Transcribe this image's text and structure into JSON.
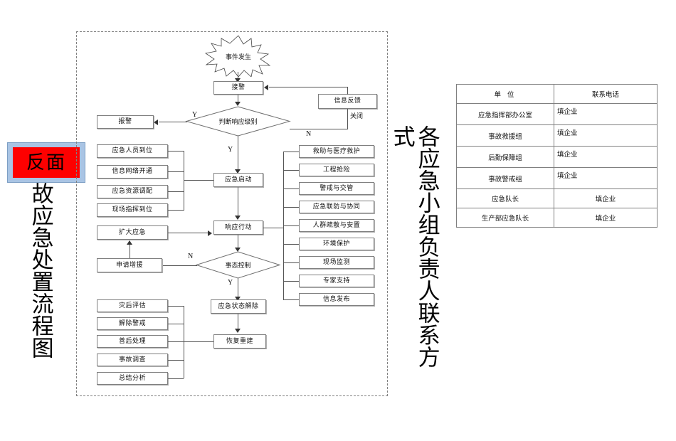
{
  "title_block": {
    "badge_label": "反面",
    "badge_bg": "#fe0000",
    "panel_bg": "#a9c4e4",
    "vertical_title": "故应急处置流程图"
  },
  "vertical_headings": {
    "right_column": "各应急小组负责人联系方",
    "left_column": "式"
  },
  "flowchart": {
    "start_event": "事件发生",
    "nodes": {
      "receive_alarm": "接警",
      "info_feedback": "信息反馈",
      "judge_level": "判断响应级别",
      "report_alarm": "报警",
      "emergency_start": "应急启动",
      "response_action": "响应行动",
      "situation_control": "事态控制",
      "expand_emergency": "扩大应急",
      "request_support": "申请增援",
      "release_state": "应急状态解除",
      "recovery_rebuild": "恢复重建"
    },
    "left_group_prepare": [
      "应急人员到位",
      "信息网络开通",
      "应急资源调配",
      "现场指挥到位"
    ],
    "left_group_after": [
      "灾后评估",
      "解除警戒",
      "善后处理",
      "事故调查",
      "总结分析"
    ],
    "right_group_actions": [
      "救助与医疗救护",
      "工程抢险",
      "警戒与交管",
      "应急联防与协同",
      "人群疏散与安置",
      "环境保护",
      "现场监测",
      "专家支持",
      "信息发布"
    ],
    "edge_labels": {
      "judge_yes_left": "Y",
      "judge_no_right": "N",
      "judge_yes_down": "Y",
      "close": "关闭",
      "control_no": "N",
      "control_yes": "Y"
    }
  },
  "contact_table": {
    "headers": [
      "单 位",
      "联系电话"
    ],
    "rows": [
      {
        "unit": "应急指挥部办公室",
        "phone": "填企业",
        "align": "topleft"
      },
      {
        "unit": "事故救援组",
        "phone": "填企业",
        "align": "topleft"
      },
      {
        "unit": "后勤保障组",
        "phone": "填企业",
        "align": "topleft"
      },
      {
        "unit": "事故警戒组",
        "phone": "填企业",
        "align": "topleft"
      },
      {
        "unit": "应急队长",
        "phone": "填企业",
        "align": "center"
      },
      {
        "unit": "生产部应急队长",
        "phone": "填企业",
        "align": "center"
      }
    ]
  }
}
